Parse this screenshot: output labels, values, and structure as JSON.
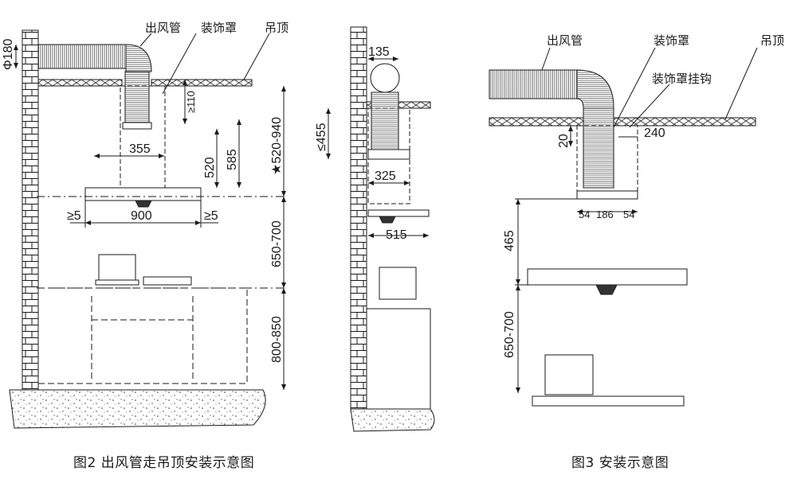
{
  "figure2": {
    "caption": "图2 出风管走吊顶安装示意图",
    "labels": {
      "duct": "出风管",
      "cover": "装饰罩",
      "ceiling": "吊顶"
    },
    "dims": {
      "phi": "Φ180",
      "min110": "≥110",
      "w355": "355",
      "h520": "520",
      "h585": "585",
      "range520_940": "★520-940",
      "w900": "900",
      "gapL": "≥5",
      "gapR": "≥5",
      "range650_700": "650-700",
      "range800_850": "800-850",
      "w135": "135",
      "max455": "≤455",
      "w325": "325",
      "w515": "515"
    }
  },
  "figure3": {
    "caption": "图3 安装示意图",
    "labels": {
      "duct": "出风管",
      "cover": "装饰罩",
      "hook": "装饰罩挂钩",
      "ceiling": "吊顶"
    },
    "dims": {
      "h20": "20",
      "w240": "240",
      "w54a": "54",
      "w186": "186",
      "w54b": "54",
      "h465": "465",
      "range650_700": "650-700"
    }
  },
  "colors": {
    "ink": "#1a1a1a",
    "hatch": "#4a4a4a"
  }
}
